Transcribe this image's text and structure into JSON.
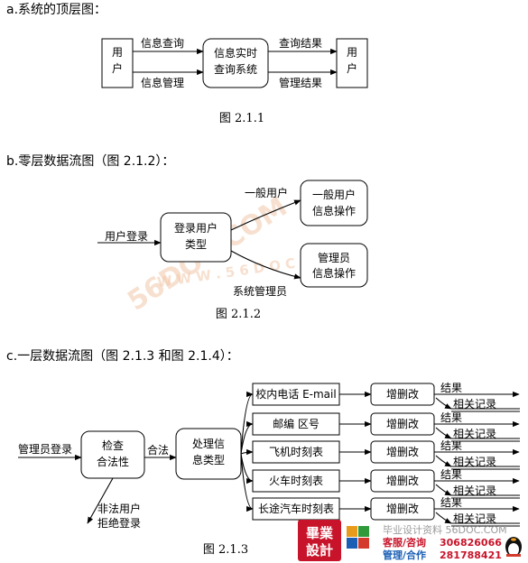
{
  "sections": {
    "top_title": "a.系统的顶层图：",
    "zero_title": "b.零层数据流图（图 2.1.2）：",
    "one_title": "c.一层数据流图（图 2.1.3 和图 2.1.4）："
  },
  "diagram_top": {
    "user_left": [
      "用",
      "户"
    ],
    "user_right": [
      "用",
      "户"
    ],
    "center": [
      "信息实时",
      "查询系统"
    ],
    "info_query": "信息查询",
    "info_manage": "信息管理",
    "query_result": "查询结果",
    "manage_result": "管理结果",
    "caption": "图 2.1.1"
  },
  "diagram_zero": {
    "login": "用户登录",
    "login_type": [
      "登录用户",
      "类型"
    ],
    "general_user": "一般用户",
    "general_op": [
      "一般用户",
      "信息操作"
    ],
    "admin_op": [
      "管理员",
      "信息操作"
    ],
    "sys_admin": "系统管理员",
    "caption": "图 2.1.2"
  },
  "diagram_one": {
    "admin_login": "管理员登录",
    "check": [
      "检查",
      "合法性"
    ],
    "legal": "合法",
    "process": [
      "处理信",
      "息类型"
    ],
    "illegal": [
      "非法用户",
      "拒绝登录"
    ],
    "types": [
      "校内电话 E-mail",
      "邮编  区号",
      "飞机时刻表",
      "火车时刻表",
      "长途汽车时刻表"
    ],
    "edit": "增删改",
    "result": "结果",
    "related": "相关记录",
    "caption": "图 2.1.3"
  },
  "watermarks": [
    "56DOC.COM",
    "W W W . 5 6 D O C . C O M"
  ],
  "badge": {
    "logo": [
      "畢業",
      "設計"
    ],
    "tagline": "毕业设计资料 56DOC.COM",
    "service_label": "客服/咨询",
    "manage_label": "管理/合作",
    "service_no": "306826066",
    "manage_no": "281788421",
    "colors": {
      "logo_bg": "#c8142a",
      "service": "#c8142a",
      "manage": "#1a5fb4",
      "number": "#c8142a"
    }
  }
}
